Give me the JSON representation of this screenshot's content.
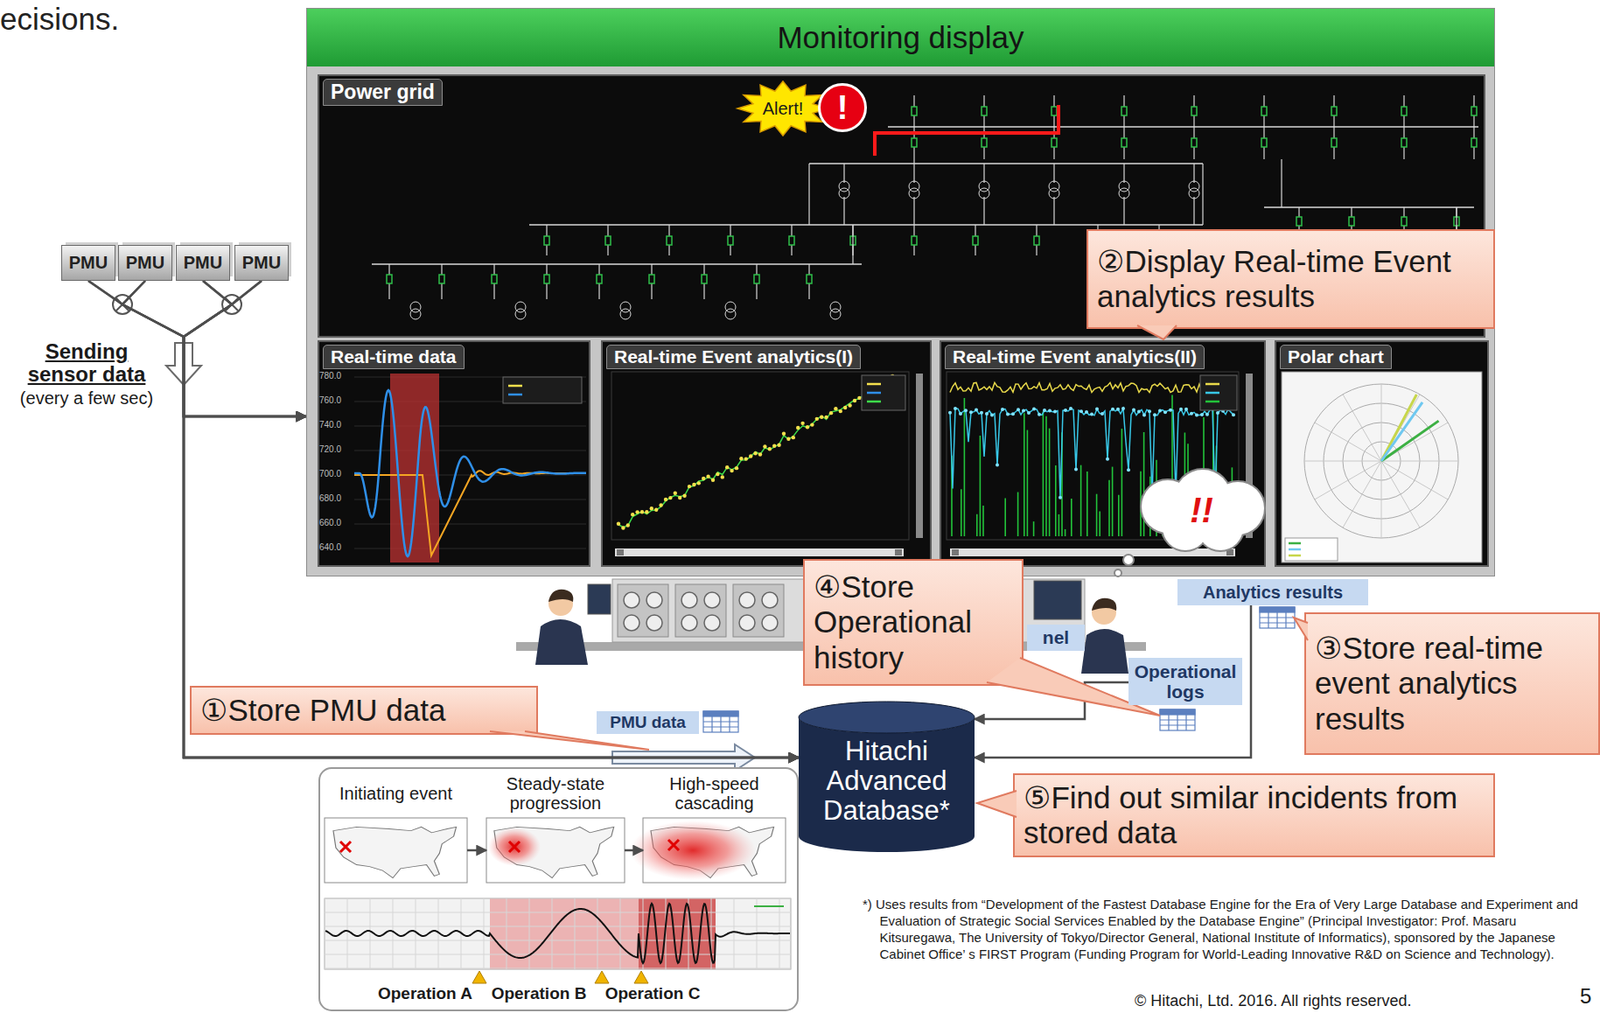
{
  "diagram": {
    "nodes": [
      {
        "text": [
          "Monitoring display"
        ]
      },
      {
        "text": [
          "Power grid"
        ],
        "in": 0
      },
      {
        "text": [
          "Alert!"
        ],
        "in": 1
      },
      {
        "text": [
          "!"
        ],
        "in": 1
      },
      {
        "text": [
          "Real-time data"
        ],
        "in": 0
      },
      {
        "text": [
          "Real-time Event analytics(I)"
        ],
        "in": 0
      },
      {
        "text": [
          "Real-time Event analytics(II)"
        ],
        "in": 0
      },
      {
        "text": [
          "Polar chart"
        ],
        "in": 0
      },
      {
        "text": [
          "②Display Real-time Event analytics results"
        ]
      },
      {
        "text": [
          "PMU"
        ]
      },
      {
        "text": [
          "PMU"
        ]
      },
      {
        "text": [
          "PMU"
        ]
      },
      {
        "text": [
          "PMU"
        ]
      },
      {
        "text": [
          "!!"
        ]
      },
      {
        "text": [
          "④Store Operational history"
        ]
      },
      {
        "text": [
          "nel"
        ]
      },
      {
        "text": [
          "Analytics results"
        ]
      },
      {
        "text": [
          "③Store real-time event analytics results"
        ]
      },
      {
        "text": [
          "Operational logs"
        ]
      },
      {
        "text": [
          "①Store PMU data"
        ]
      },
      {
        "text": [
          "PMU data"
        ]
      },
      {
        "text": [
          "Hitachi Advanced Database*"
        ]
      },
      {
        "text": [
          "⑤Find out similar incidents from stored data"
        ]
      },
      {
        "text": [
          "Operation A",
          "Operation B",
          "Operation C"
        ]
      },
      {
        "text": [
          "Initiating event"
        ],
        "in": 23
      },
      {
        "text": [
          "Steady-state progression"
        ],
        "in": 23
      },
      {
        "text": [
          "High-speed cascading"
        ],
        "in": 23
      }
    ],
    "edges": [
      {
        "from": 9,
        "to": 0,
        "arrow": "to"
      },
      {
        "from": 10,
        "to": 0,
        "arrow": "to"
      },
      {
        "from": 11,
        "to": 0,
        "arrow": "to"
      },
      {
        "from": 12,
        "to": 0,
        "arrow": "to"
      },
      {
        "from": 9,
        "to": 21,
        "arrow": "to"
      },
      {
        "from": 10,
        "to": 21,
        "arrow": "to"
      },
      {
        "from": 11,
        "to": 21,
        "arrow": "to"
      },
      {
        "from": 12,
        "to": 21,
        "arrow": "to"
      },
      {
        "from": 16,
        "to": 21,
        "arrow": "to"
      },
      {
        "from": 18,
        "to": 21,
        "arrow": "to"
      },
      {
        "from": 24,
        "to": 25,
        "arrow": "to"
      },
      {
        "from": 25,
        "to": 26,
        "arrow": "to"
      }
    ],
    "labels": [
      "ecisions.",
      "Sending sensor data",
      "(every a few sec)",
      "780.0",
      "760.0",
      "740.0",
      "720.0",
      "700.0",
      "680.0",
      "660.0",
      "640.0",
      "*) Uses results from “Development of the Fastest Database Engine for the Era of Very Large Database and Experiment and Evaluation of Strategic Social Services Enabled by the Database Engine” (Principal Investigator: Prof. Masaru Kitsuregawa, The University of Tokyo/Director General, National Institute of Informatics), sponsored by the Japanese Cabinet Office’ s FIRST Program (Funding Program for World-Leading Innovative R&D on Science and Technology).",
      "© Hitachi, Ltd. 2016. All rights reserved.",
      "5"
    ]
  }
}
